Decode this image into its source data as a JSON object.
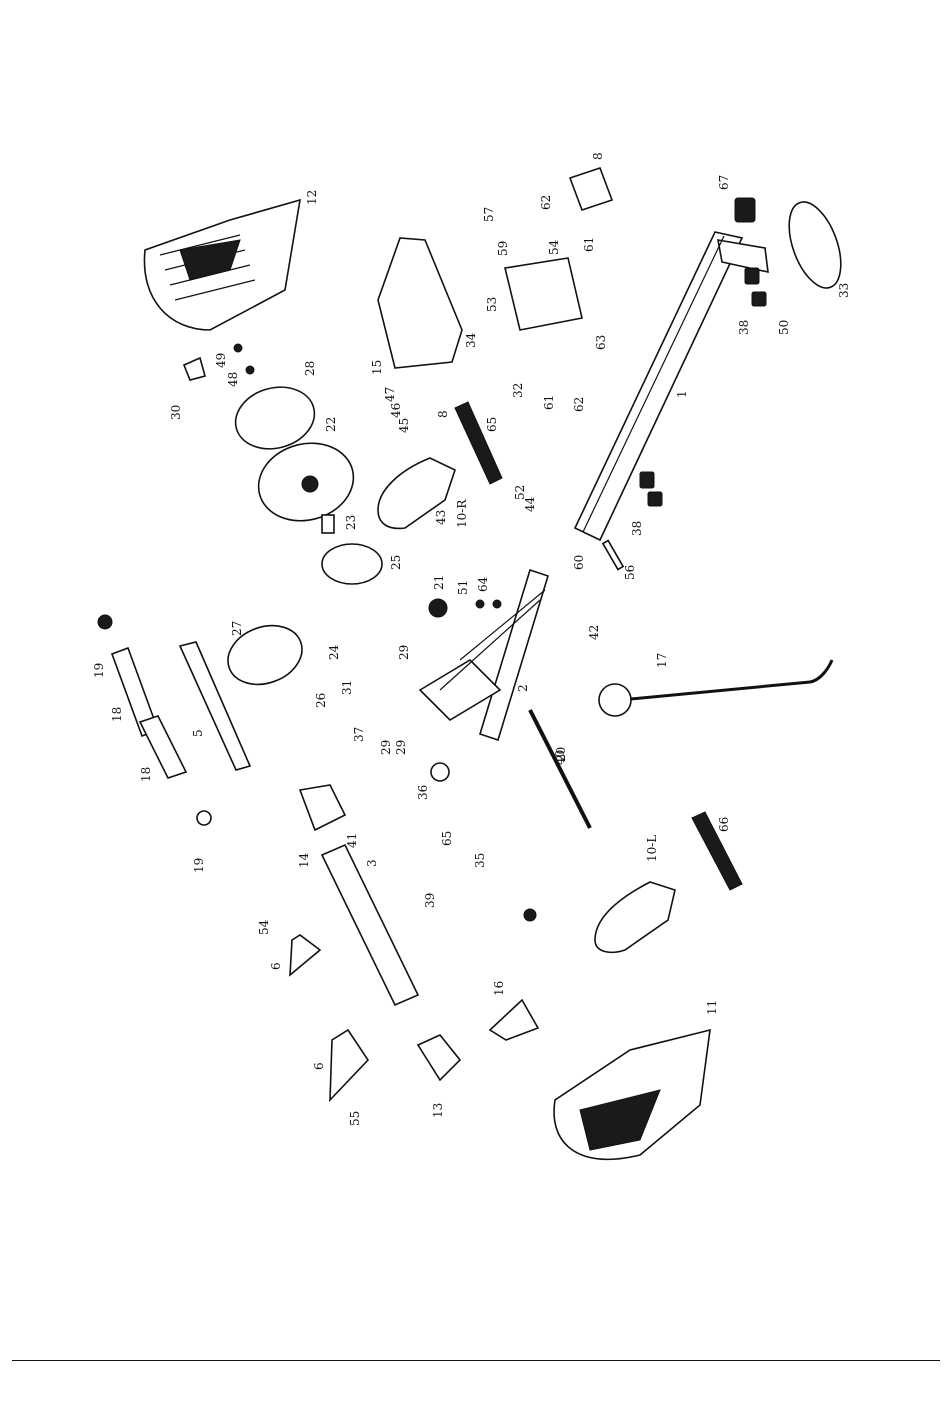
{
  "labels": [
    "1",
    "2",
    "3",
    "5",
    "6",
    "6",
    "8",
    "8",
    "10-R",
    "10-L",
    "11",
    "12",
    "13",
    "14",
    "15",
    "16",
    "17",
    "18",
    "18",
    "19",
    "19",
    "20",
    "21",
    "22",
    "23",
    "24",
    "25",
    "26",
    "27",
    "28",
    "29",
    "29",
    "29",
    "30",
    "31",
    "32",
    "33",
    "34",
    "35",
    "36",
    "37",
    "38",
    "38",
    "39",
    "40",
    "41",
    "42",
    "43",
    "44",
    "45",
    "46",
    "47",
    "48",
    "49",
    "50",
    "51",
    "52",
    "53",
    "54",
    "54",
    "55",
    "56",
    "57",
    "59",
    "60",
    "61",
    "61",
    "62",
    "62",
    "63",
    "64",
    "65",
    "65",
    "66",
    "67"
  ]
}
